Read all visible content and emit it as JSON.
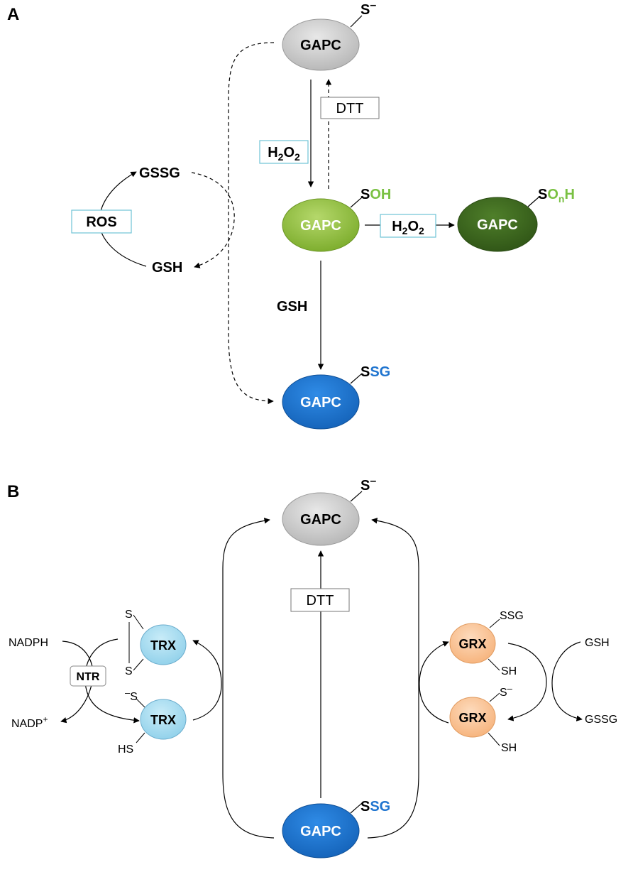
{
  "panel_a": {
    "letter": "A",
    "gapc_label": "GAPC",
    "top_state": {
      "s": "S",
      "sup": "–"
    },
    "soh_state": {
      "s": "S",
      "rest": "OH"
    },
    "sonh_state": {
      "s": "S",
      "o": "O",
      "n": "n",
      "h": "H"
    },
    "ssg_state": {
      "s": "S",
      "sg": "SG"
    },
    "h2o2": {
      "h": "H",
      "sub1": "2",
      "o": "O",
      "sub2": "2"
    },
    "dtt_label": "DTT",
    "ros_label": "ROS",
    "gssg_label": "GSSG",
    "gsh_label": "GSH",
    "gsh_arrow_label": "GSH"
  },
  "panel_b": {
    "letter": "B",
    "gapc_label": "GAPC",
    "top_state": {
      "s": "S",
      "sup": "–"
    },
    "ssg_state": {
      "s": "S",
      "sg": "SG"
    },
    "dtt_label": "DTT",
    "trx_label": "TRX",
    "grx_label": "GRX",
    "ntr_label": "NTR",
    "nadph_label": "NADPH",
    "nadp_label": "NADP",
    "nadp_sup": "+",
    "gsh_label": "GSH",
    "gssg_label": "GSSG",
    "trx_ox": {
      "s1": "S",
      "s2": "S"
    },
    "trx_red": {
      "sminus": "S",
      "minus": "–",
      "hs": "HS"
    },
    "grx_top": {
      "ssg": "SSG",
      "sh": "SH"
    },
    "grx_bottom": {
      "s": "S",
      "minus": "–",
      "sh": "SH"
    }
  },
  "colors": {
    "grey_gapc": "#c8c8c8",
    "light_green_gapc": "#8fbf3c",
    "dark_green_gapc": "#3d6b1f",
    "blue_gapc": "#1f74cf",
    "green_text": "#7ac143",
    "blue_text": "#1f74cf",
    "trx": "#a7dcef",
    "grx": "#fbc79a"
  }
}
